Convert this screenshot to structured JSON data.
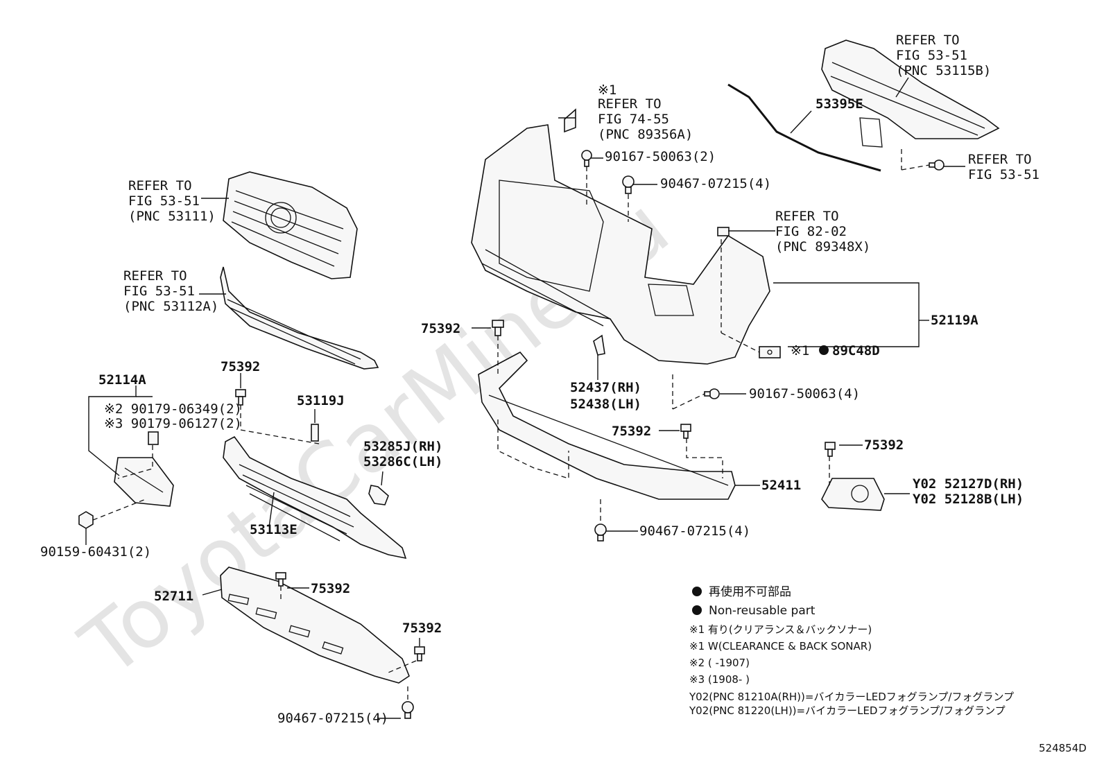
{
  "watermark": "ToyotaCarMine.ru",
  "diagram_code": "524854D",
  "labels": {
    "grille_ref": [
      "REFER TO",
      "FIG 53-51",
      "(PNC 53111)"
    ],
    "lower_grille_ref": [
      "REFER TO",
      "FIG 53-51",
      "(PNC 53112A)"
    ],
    "sticker_ref": [
      "※1",
      "REFER TO",
      "FIG 74-55",
      "(PNC 89356A)"
    ],
    "reinf_ref": [
      "REFER TO",
      "FIG 53-51",
      "(PNC 53115B)"
    ],
    "reinf_bolt_ref": [
      "REFER TO",
      "FIG 53-51"
    ],
    "sensor_ref": [
      "REFER TO",
      "FIG 82-02",
      "(PNC 89348X)"
    ],
    "p53395E": "53395E",
    "p90167_top": "90167-50063(2)",
    "p90467_top": "90467-07215(4)",
    "p52119A": "52119A",
    "p89C48D_prefix": "※1",
    "p89C48D": "89C48D",
    "p90167_bot": "90167-50063(4)",
    "p75392_a": "75392",
    "p52437": "52437(RH)",
    "p52438": "52438(LH)",
    "p75392_b": "75392",
    "p75392_c": "75392",
    "p52411": "52411",
    "pY02_rh": "Y02 52127D(RH)",
    "pY02_lh": "Y02 52128B(LH)",
    "p90467_mid": "90467-07215(4)",
    "p52114A": "52114A",
    "p90179_2": "※2 90179-06349(2)",
    "p90179_3": "※3 90179-06127(2)",
    "p90159": "90159-60431(2)",
    "p75392_d": "75392",
    "p53119J": "53119J",
    "p53285J": "53285J(RH)",
    "p53286C": "53286C(LH)",
    "p53113E": "53113E",
    "p52711": "52711",
    "p75392_e": "75392",
    "p75392_f": "75392",
    "p90467_bot": "90467-07215(4)"
  },
  "legend": {
    "line1": "再使用不可部品",
    "line2": "Non-reusable part",
    "line3": "※1 有り(クリアランス＆バックソナー)",
    "line4": "※1 W(CLEARANCE & BACK SONAR)",
    "line5": "※2 (      -1907)",
    "line6": "※3 (1908-      )",
    "line7": "Y02(PNC 81210A(RH))=バイカラーLEDフォグランプ/フォグランプ",
    "line8": "Y02(PNC 81220(LH))=バイカラーLEDフォグランプ/フォグランプ"
  }
}
